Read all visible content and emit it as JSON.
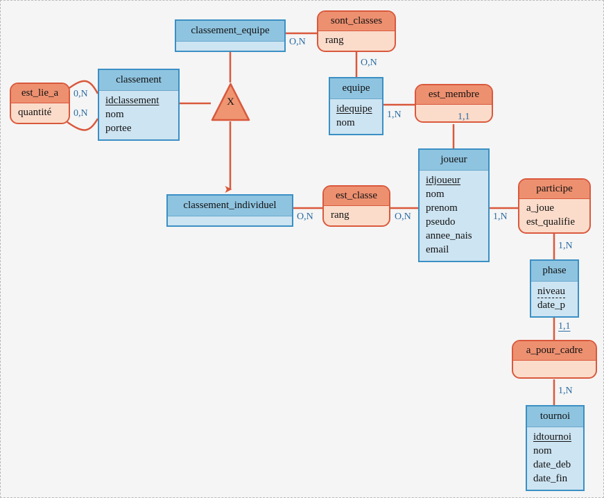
{
  "diagram": {
    "title": "Entity-Relationship diagram",
    "background": "#f5f5f5",
    "entity_header_color": "#8fc4e0",
    "entity_body_color": "#cde4f2",
    "entity_border_color": "#3a8fc4",
    "relation_header_color": "#ed9070",
    "relation_body_color": "#fbdccb",
    "relation_border_color": "#d9583c",
    "edge_color": "#d9583c",
    "cardinality_color": "#2b6ca3"
  },
  "entities": [
    {
      "id": "classement_equipe",
      "name": "classement_equipe",
      "attributes": []
    },
    {
      "id": "classement",
      "name": "classement",
      "attributes": [
        "idclassement",
        "nom",
        "portee"
      ],
      "key": "idclassement"
    },
    {
      "id": "equipe",
      "name": "equipe",
      "attributes": [
        "idequipe",
        "nom"
      ],
      "key": "idequipe"
    },
    {
      "id": "classement_individuel",
      "name": "classement_individuel",
      "attributes": []
    },
    {
      "id": "joueur",
      "name": "joueur",
      "attributes": [
        "idjoueur",
        "nom",
        "prenom",
        "pseudo",
        "annee_nais",
        "email"
      ],
      "key": "idjoueur"
    },
    {
      "id": "phase",
      "name": "phase",
      "attributes": [
        "niveau",
        "date_p"
      ],
      "key": "niveau"
    },
    {
      "id": "tournoi",
      "name": "tournoi",
      "attributes": [
        "idtournoi",
        "nom",
        "date_deb",
        "date_fin"
      ],
      "key": "idtournoi"
    }
  ],
  "relations": [
    {
      "id": "est_lie_a",
      "name": "est_lie_a",
      "attributes": [
        "quantité"
      ]
    },
    {
      "id": "sont_classes",
      "name": "sont_classes",
      "attributes": [
        "rang"
      ]
    },
    {
      "id": "est_membre",
      "name": "est_membre",
      "attributes": []
    },
    {
      "id": "est_classe",
      "name": "est_classe",
      "attributes": [
        "rang"
      ]
    },
    {
      "id": "participe",
      "name": "participe",
      "attributes": [
        "a_joue",
        "est_qualifie"
      ]
    },
    {
      "id": "a_pour_cadre",
      "name": "a_pour_cadre",
      "attributes": []
    }
  ],
  "inheritance": {
    "id": "xor-specialization",
    "label": "X",
    "parent": "classement",
    "children": [
      "classement_equipe",
      "classement_individuel"
    ]
  },
  "cardinalities": [
    {
      "id": "c1",
      "value": "0,N",
      "from": "est_lie_a",
      "to": "classement"
    },
    {
      "id": "c2",
      "value": "0,N",
      "from": "est_lie_a",
      "to": "classement"
    },
    {
      "id": "c3",
      "value": "O,N",
      "from": "classement_equipe",
      "to": "sont_classes"
    },
    {
      "id": "c4",
      "value": "O,N",
      "from": "sont_classes",
      "to": "equipe"
    },
    {
      "id": "c5",
      "value": "1,N",
      "from": "equipe",
      "to": "est_membre"
    },
    {
      "id": "c6",
      "value": "1,1",
      "from": "est_membre",
      "to": "joueur"
    },
    {
      "id": "c7",
      "value": "O,N",
      "from": "classement_individuel",
      "to": "est_classe"
    },
    {
      "id": "c8",
      "value": "O,N",
      "from": "est_classe",
      "to": "joueur"
    },
    {
      "id": "c9",
      "value": "1,N",
      "from": "joueur",
      "to": "participe"
    },
    {
      "id": "c10",
      "value": "1,N",
      "from": "participe",
      "to": "phase"
    },
    {
      "id": "c11",
      "value": "1,1",
      "from": "phase",
      "to": "a_pour_cadre",
      "selected": true
    },
    {
      "id": "c12",
      "value": "1,N",
      "from": "a_pour_cadre",
      "to": "tournoi"
    }
  ]
}
